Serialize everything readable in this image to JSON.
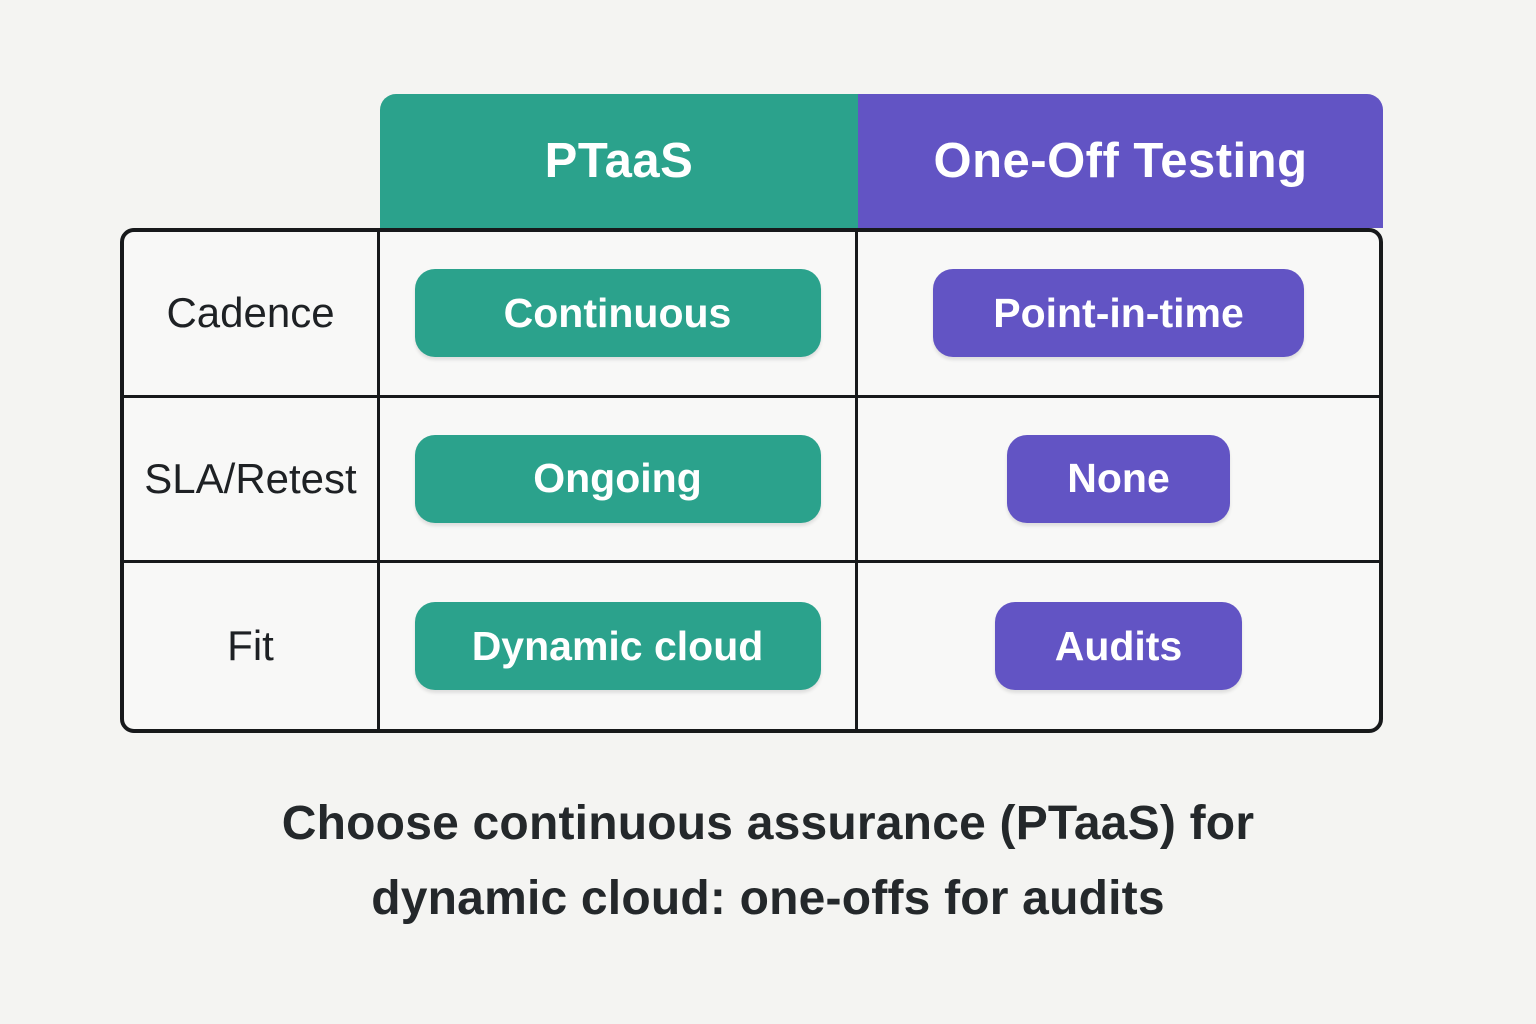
{
  "colors": {
    "teal": "#2BA28C",
    "purple": "#6254C4",
    "line": "#17191B",
    "cell_bg": "#F8F8F7",
    "page_bg": "#F4F4F2",
    "label_text": "#1E2124",
    "caption_text": "#24282B"
  },
  "table": {
    "columns": [
      {
        "label": "PTaaS"
      },
      {
        "label": "One-Off Testing"
      }
    ],
    "rows": [
      {
        "label": "Cadence",
        "ptaas": "Continuous",
        "oneoff": "Point-in-time"
      },
      {
        "label": "SLA/Retest",
        "ptaas": "Ongoing",
        "oneoff": "None"
      },
      {
        "label": "Fit",
        "ptaas": "Dynamic cloud",
        "oneoff": "Audits"
      }
    ]
  },
  "caption": {
    "line1": "Choose continuous assurance (PTaaS) for",
    "line2": "dynamic cloud: one-offs for audits"
  }
}
